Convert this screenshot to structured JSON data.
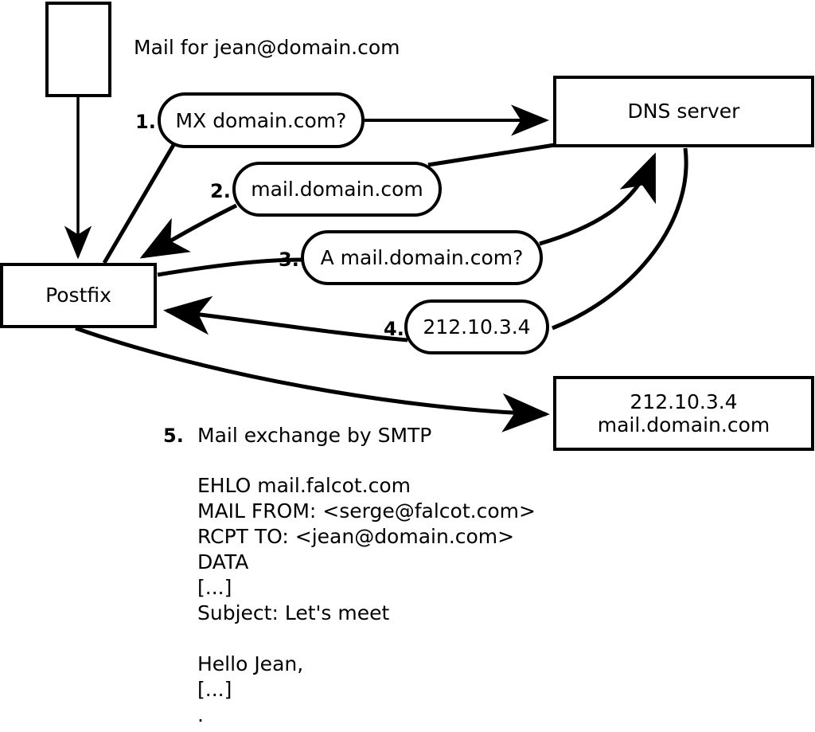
{
  "diagram": {
    "title_text": "Mail for jean@domain.com",
    "nodes": {
      "source_box": {
        "label": ""
      },
      "postfix": {
        "label": "Postfix"
      },
      "dns_server": {
        "label": "DNS server"
      },
      "target_server": {
        "line1": "212.10.3.4",
        "line2": "mail.domain.com"
      }
    },
    "steps": [
      {
        "num": "1.",
        "label": "MX domain.com?"
      },
      {
        "num": "2.",
        "label": "mail.domain.com"
      },
      {
        "num": "3.",
        "label": "A mail.domain.com?"
      },
      {
        "num": "4.",
        "label": "212.10.3.4"
      },
      {
        "num": "5.",
        "label": "Mail exchange by SMTP"
      }
    ],
    "smtp_transcript": [
      "EHLO mail.falcot.com",
      "MAIL FROM: <serge@falcot.com>",
      "RCPT TO: <jean@domain.com>",
      "DATA",
      "[...]",
      "Subject: Let's meet",
      "",
      "Hello Jean,",
      "[...]",
      "."
    ],
    "colors": {
      "stroke": "#000000",
      "background": "#ffffff"
    }
  }
}
